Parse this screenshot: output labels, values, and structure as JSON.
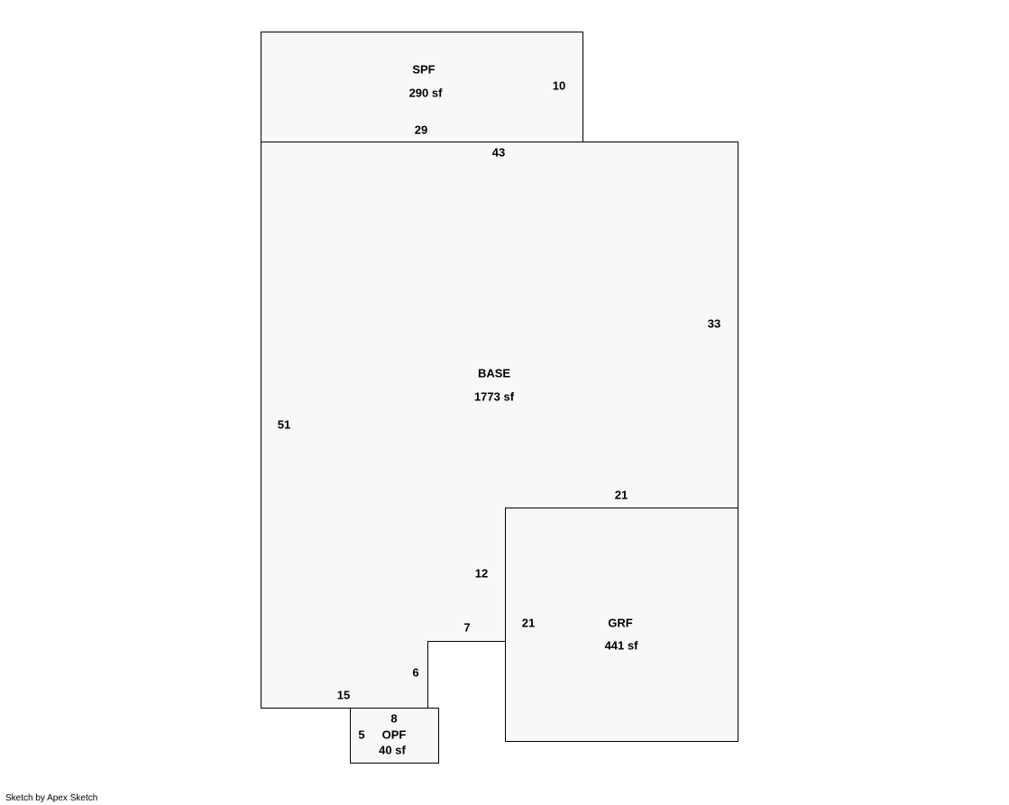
{
  "areas": {
    "spf": {
      "code": "SPF",
      "size": "290 sf"
    },
    "base": {
      "code": "BASE",
      "size": "1773 sf"
    },
    "grf": {
      "code": "GRF",
      "size": "441 sf"
    },
    "opf": {
      "code": "OPF",
      "size": "40 sf"
    }
  },
  "dimensions": {
    "spf_width": "29",
    "spf_depth": "10",
    "base_top": "43",
    "base_right": "33",
    "base_left": "51",
    "base_bottom": "15",
    "garage_top": "21",
    "garage_left_upper": "12",
    "notch_horizontal": "7",
    "notch_vertical": "6",
    "garage_left": "21",
    "opf_width": "8",
    "opf_depth": "5"
  },
  "colors": {
    "fill": "#f8f8f8",
    "line": "#000000"
  },
  "credit": "Sketch by Apex Sketch"
}
